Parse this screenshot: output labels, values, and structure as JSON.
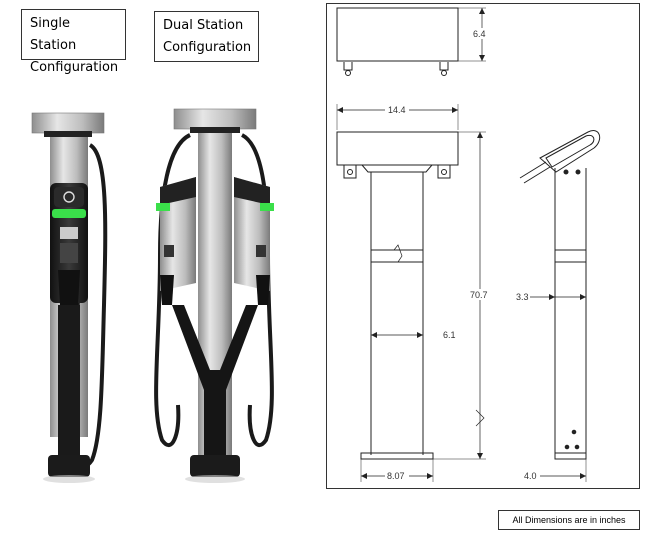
{
  "labels": {
    "single_line1": "Single Station",
    "single_line2": "Configuration",
    "dual_line1": "Dual Station",
    "dual_line2": "Configuration"
  },
  "dimensions": {
    "top_depth": "6.4",
    "top_width": "14.4",
    "height": "70.7",
    "post_width": "6.1",
    "base_width": "8.07",
    "side_post_width": "3.3",
    "side_base_width": "4.0"
  },
  "note": "All Dimensions are in inches",
  "colors": {
    "status_light": "#3adf4a",
    "pedestal_black": "#1d1d1d",
    "silver": "#c8c8c8"
  }
}
